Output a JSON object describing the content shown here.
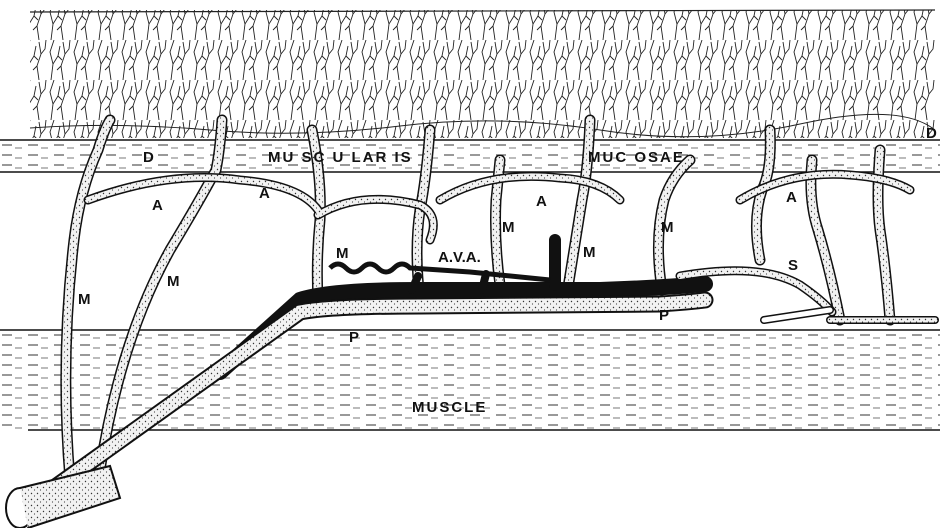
{
  "regions": {
    "muscularis_left": "MU SC U LAR IS",
    "muscularis_right": "MUC OSAE",
    "muscle": "MUSCLE"
  },
  "labels": {
    "d_left": "D",
    "d_right": "D",
    "a1": "A",
    "a2": "A",
    "a3": "A",
    "a4": "A",
    "m1": "M",
    "m2": "M",
    "m3": "M",
    "m4": "M",
    "m5": "M",
    "m6": "M",
    "ava": "A.V.A.",
    "s": "S",
    "p1": "P",
    "p2": "P"
  }
}
